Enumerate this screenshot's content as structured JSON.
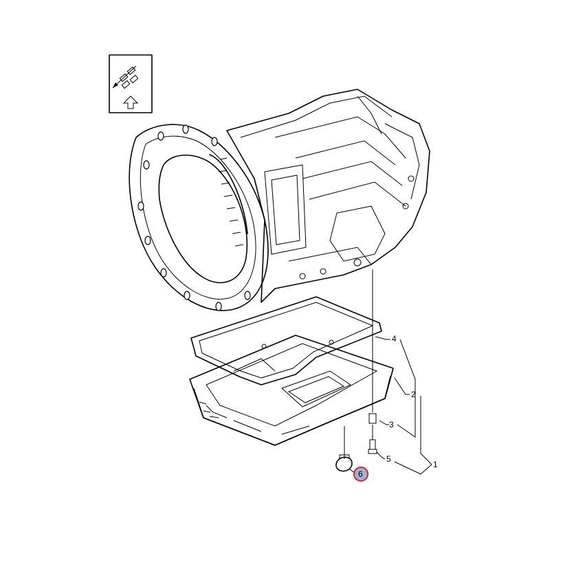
{
  "callouts": [
    {
      "id": "1",
      "label": "1"
    },
    {
      "id": "2",
      "label": "2"
    },
    {
      "id": "3",
      "label": "3"
    },
    {
      "id": "4",
      "label": "4"
    },
    {
      "id": "5",
      "label": "5"
    },
    {
      "id": "6",
      "label": "6",
      "highlighted": true
    }
  ],
  "highlight": {
    "circle_color": "#e02020",
    "fill_color": "#9bb4d6"
  },
  "orientation_icon": {
    "name": "view-direction-arrow-icon"
  }
}
